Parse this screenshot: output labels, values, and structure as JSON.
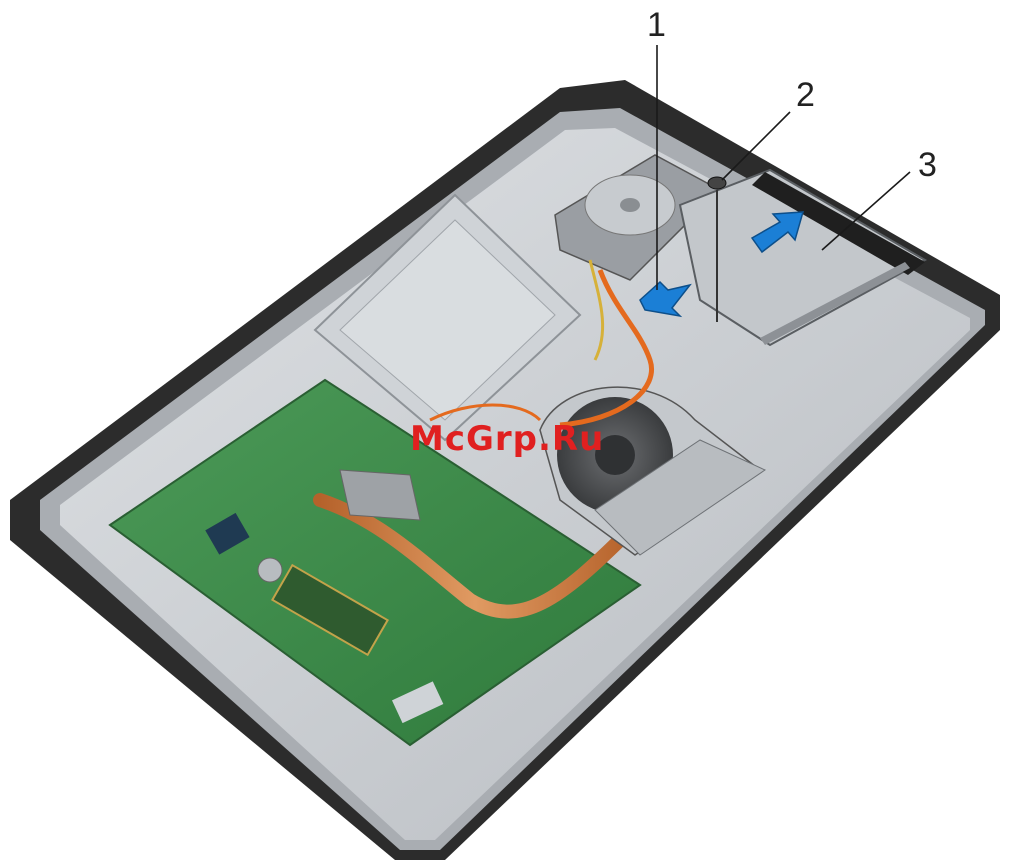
{
  "callouts": [
    {
      "number": "1",
      "label": "1"
    },
    {
      "number": "2",
      "label": "2"
    },
    {
      "number": "3",
      "label": "3"
    }
  ],
  "watermark": "McGrp.Ru",
  "colors": {
    "chassis_dark": "#2a2a2a",
    "metal": "#c8ccd0",
    "board_green": "#3f8f4c",
    "copper": "#c8743a",
    "arrow_blue": "#1b7fd6",
    "cable_orange": "#e46a1e",
    "watermark_red": "#e02020"
  },
  "icons": [
    "arrow-icon",
    "screw-icon"
  ]
}
